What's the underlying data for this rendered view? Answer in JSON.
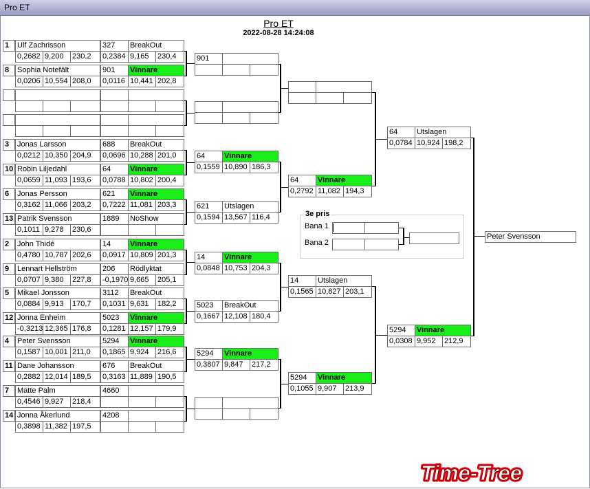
{
  "window": {
    "title": "Pro ET"
  },
  "header": {
    "title": "Pro ET",
    "datetime": "2022-08-28 14:24:08"
  },
  "labels": {
    "prize": "3e pris",
    "lane1": "Bana 1",
    "lane2": "Bana 2"
  },
  "logo": {
    "text": "Time-Tree",
    "color": "#e8000c"
  },
  "colors": {
    "winner": "#19ee19",
    "border": "#6f6f6f"
  },
  "round1": [
    {
      "seed": "1",
      "name": "Ulf Zachrisson",
      "rt": "0,2682",
      "et": "9,200",
      "mph": "230,2",
      "dial": "327",
      "result": "BreakOut",
      "winner": false,
      "rt2": "0,2384",
      "et2": "9,165",
      "mph2": "230,4"
    },
    {
      "seed": "8",
      "name": "Sophia Notefält",
      "rt": "0,0206",
      "et": "10,554",
      "mph": "208,0",
      "dial": "901",
      "result": "Vinnare",
      "winner": true,
      "rt2": "0,0116",
      "et2": "10,441",
      "mph2": "202,8"
    },
    {
      "seed": "",
      "name": "",
      "rt": "",
      "et": "",
      "mph": "",
      "dial": "",
      "result": "",
      "winner": false,
      "rt2": "",
      "et2": "",
      "mph2": ""
    },
    {
      "seed": "",
      "name": "",
      "rt": "",
      "et": "",
      "mph": "",
      "dial": "",
      "result": "",
      "winner": false,
      "rt2": "",
      "et2": "",
      "mph2": ""
    },
    {
      "seed": "3",
      "name": "Jonas Larsson",
      "rt": "0,0212",
      "et": "10,350",
      "mph": "204,9",
      "dial": "688",
      "result": "BreakOut",
      "winner": false,
      "rt2": "0,0696",
      "et2": "10,288",
      "mph2": "201,0"
    },
    {
      "seed": "10",
      "name": "Robin Liljedahl",
      "rt": "0,0659",
      "et": "11,093",
      "mph": "193,6",
      "dial": "64",
      "result": "Vinnare",
      "winner": true,
      "rt2": "0,0788",
      "et2": "10,802",
      "mph2": "200,4"
    },
    {
      "seed": "6",
      "name": "Jonas Persson",
      "rt": "0,3162",
      "et": "11,066",
      "mph": "203,2",
      "dial": "621",
      "result": "Vinnare",
      "winner": true,
      "rt2": "0,7222",
      "et2": "11,081",
      "mph2": "203,3"
    },
    {
      "seed": "13",
      "name": "Patrik Svensson",
      "rt": "0,1011",
      "et": "9,278",
      "mph": "230,6",
      "dial": "1889",
      "result": "NoShow",
      "winner": false,
      "rt2": "",
      "et2": "",
      "mph2": ""
    },
    {
      "seed": "2",
      "name": "John Thidé",
      "rt": "0,4780",
      "et": "10,787",
      "mph": "202,6",
      "dial": "14",
      "result": "Vinnare",
      "winner": true,
      "rt2": "0,0917",
      "et2": "10,809",
      "mph2": "201,3"
    },
    {
      "seed": "9",
      "name": "Lennart Hellström",
      "rt": "0,0707",
      "et": "9,380",
      "mph": "227,8",
      "dial": "206",
      "result": "Rödlyktat",
      "winner": false,
      "rt2": "-0,1970",
      "et2": "9,665",
      "mph2": "205,1"
    },
    {
      "seed": "5",
      "name": "Mikael Jonsson",
      "rt": "0,0884",
      "et": "9,913",
      "mph": "170,7",
      "dial": "3112",
      "result": "BreakOut",
      "winner": false,
      "rt2": "0,1031",
      "et2": "9,631",
      "mph2": "182,2"
    },
    {
      "seed": "12",
      "name": "Jonna Enheim",
      "rt": "-0,3213",
      "et": "12,365",
      "mph": "176,8",
      "dial": "5023",
      "result": "Vinnare",
      "winner": true,
      "rt2": "0,1281",
      "et2": "12,157",
      "mph2": "179,9"
    },
    {
      "seed": "4",
      "name": "Peter Svensson",
      "rt": "0,1587",
      "et": "10,001",
      "mph": "211,0",
      "dial": "5294",
      "result": "Vinnare",
      "winner": true,
      "rt2": "0,1865",
      "et2": "9,924",
      "mph2": "216,6"
    },
    {
      "seed": "11",
      "name": "Dane Johansson",
      "rt": "0,2882",
      "et": "12,014",
      "mph": "189,5",
      "dial": "676",
      "result": "BreakOut",
      "winner": false,
      "rt2": "0,3163",
      "et2": "11,889",
      "mph2": "190,5"
    },
    {
      "seed": "7",
      "name": "Matte Palm",
      "rt": "0,4546",
      "et": "9,927",
      "mph": "218,4",
      "dial": "4660",
      "result": "",
      "winner": false,
      "rt2": "",
      "et2": "",
      "mph2": ""
    },
    {
      "seed": "14",
      "name": "Jonna Åkerlund",
      "rt": "0,3898",
      "et": "11,382",
      "mph": "197,5",
      "dial": "4208",
      "result": "",
      "winner": false,
      "rt2": "",
      "et2": "",
      "mph2": ""
    }
  ],
  "round2": [
    {
      "dial": "901",
      "result": "",
      "winner": false,
      "rt": "",
      "et": "",
      "mph": ""
    },
    {
      "dial": "",
      "result": "",
      "winner": false,
      "rt": "",
      "et": "",
      "mph": ""
    },
    {
      "dial": "64",
      "result": "Vinnare",
      "winner": true,
      "rt": "0,1559",
      "et": "10,890",
      "mph": "186,3"
    },
    {
      "dial": "621",
      "result": "Utslagen",
      "winner": false,
      "rt": "0,1594",
      "et": "13,567",
      "mph": "116,4"
    },
    {
      "dial": "14",
      "result": "Vinnare",
      "winner": true,
      "rt": "0,0848",
      "et": "10,753",
      "mph": "204,3"
    },
    {
      "dial": "5023",
      "result": "BreakOut",
      "winner": false,
      "rt": "0,1667",
      "et": "12,108",
      "mph": "180,4"
    },
    {
      "dial": "5294",
      "result": "Vinnare",
      "winner": true,
      "rt": "0,3807",
      "et": "9,847",
      "mph": "217,2"
    },
    {
      "dial": "",
      "result": "",
      "winner": false,
      "rt": "",
      "et": "",
      "mph": ""
    }
  ],
  "round3": [
    {
      "dial": "",
      "result": "",
      "winner": false,
      "rt": "",
      "et": "",
      "mph": ""
    },
    {
      "dial": "64",
      "result": "Vinnare",
      "winner": true,
      "rt": "0,2792",
      "et": "11,082",
      "mph": "194,3"
    },
    {
      "dial": "14",
      "result": "Utslagen",
      "winner": false,
      "rt": "0,1565",
      "et": "10,827",
      "mph": "203,1"
    },
    {
      "dial": "5294",
      "result": "Vinnare",
      "winner": true,
      "rt": "0,1055",
      "et": "9,907",
      "mph": "213,9"
    }
  ],
  "round4": [
    {
      "dial": "64",
      "result": "Utslagen",
      "winner": false,
      "rt": "0,0784",
      "et": "10,924",
      "mph": "198,2"
    },
    {
      "dial": "5294",
      "result": "Vinnare",
      "winner": true,
      "rt": "0,0308",
      "et": "9,952",
      "mph": "212,9"
    }
  ],
  "champion": {
    "name": "Peter Svensson"
  },
  "third_place": {
    "lane1": "",
    "lane2": "",
    "result": ""
  }
}
